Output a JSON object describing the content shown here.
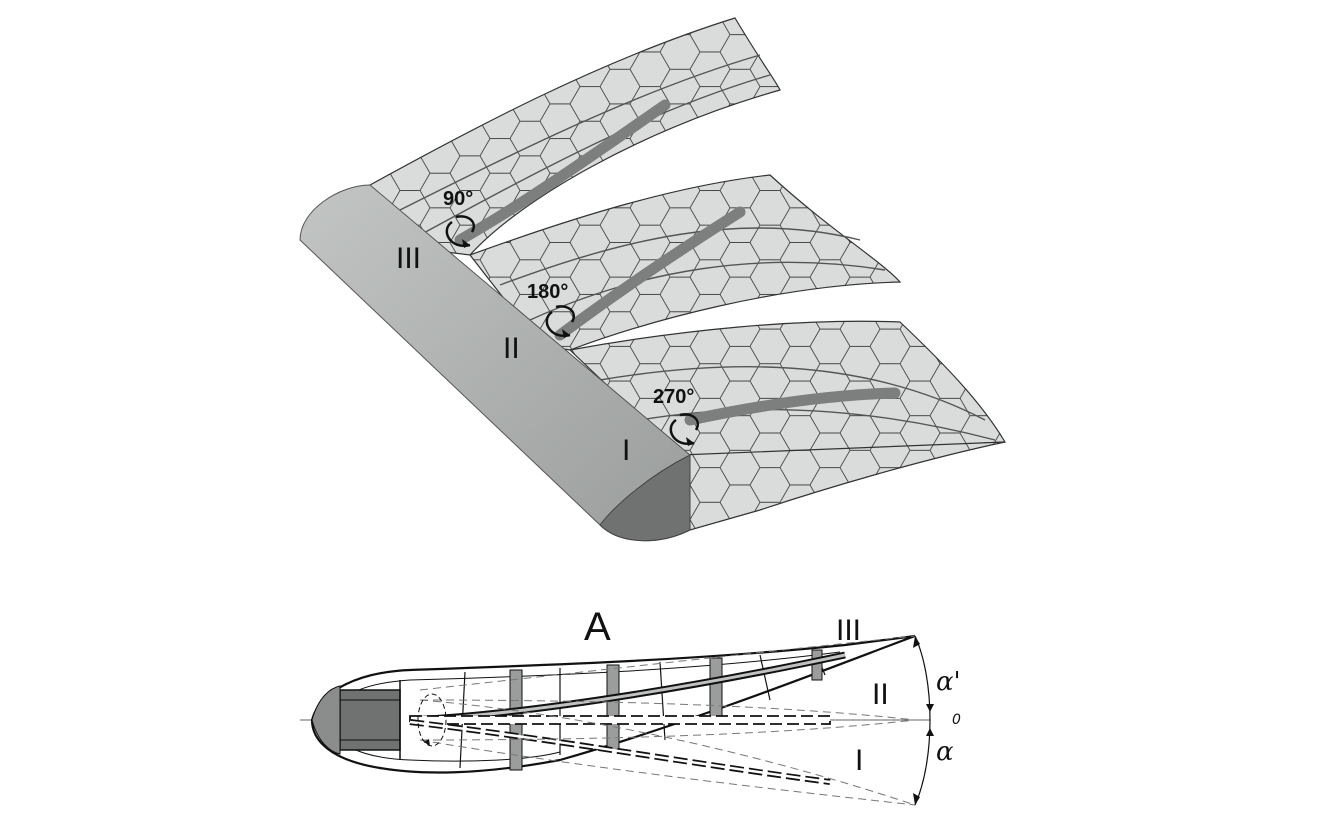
{
  "figure": {
    "wing_view": {
      "sections": [
        {
          "id": "III",
          "label": "III",
          "rotation": "90°"
        },
        {
          "id": "II",
          "label": "II",
          "rotation": "180°"
        },
        {
          "id": "I",
          "label": "I",
          "rotation": "270°"
        }
      ]
    },
    "section_view": {
      "title": "A",
      "positions": [
        "III",
        "II",
        "I"
      ],
      "angle_upper": "α'",
      "angle_lower": "α",
      "origin_label": "0"
    },
    "colors": {
      "body": "#a9acaa",
      "body_dark": "#6f7270",
      "panel": "#d9dcda",
      "rod": "#7c7f7d",
      "line": "#111111"
    }
  }
}
